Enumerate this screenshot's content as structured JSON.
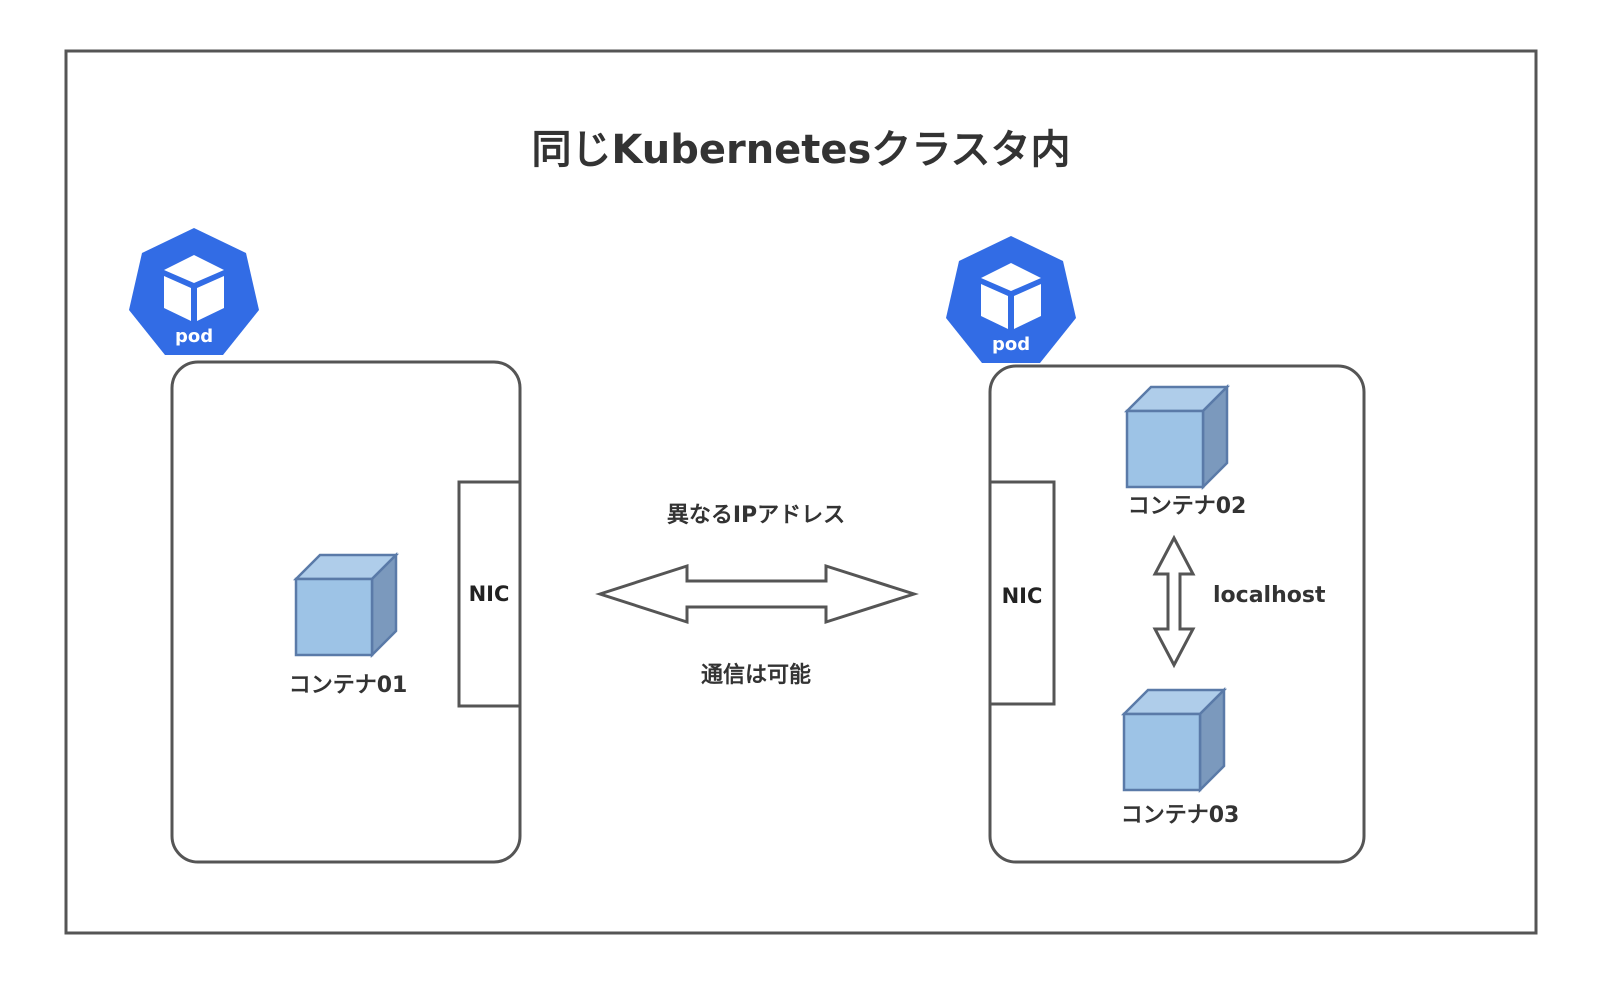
{
  "title": "同じKubernetesクラスタ内",
  "colors": {
    "pod_badge": "#326ce5",
    "cube_front": "#9dc3e6",
    "cube_top": "#afcdea",
    "cube_side": "#7b99bd",
    "border": "#555555",
    "text": "#333333"
  },
  "pods": [
    {
      "badge_label": "pod",
      "nic_label": "NIC",
      "containers": [
        {
          "label": "コンテナ01"
        }
      ]
    },
    {
      "badge_label": "pod",
      "nic_label": "NIC",
      "containers": [
        {
          "label": "コンテナ02"
        },
        {
          "label": "コンテナ03"
        }
      ],
      "internal_link": {
        "label": "localhost"
      }
    }
  ],
  "inter_pod_link": {
    "label_top": "異なるIPアドレス",
    "label_bottom": "通信は可能"
  }
}
